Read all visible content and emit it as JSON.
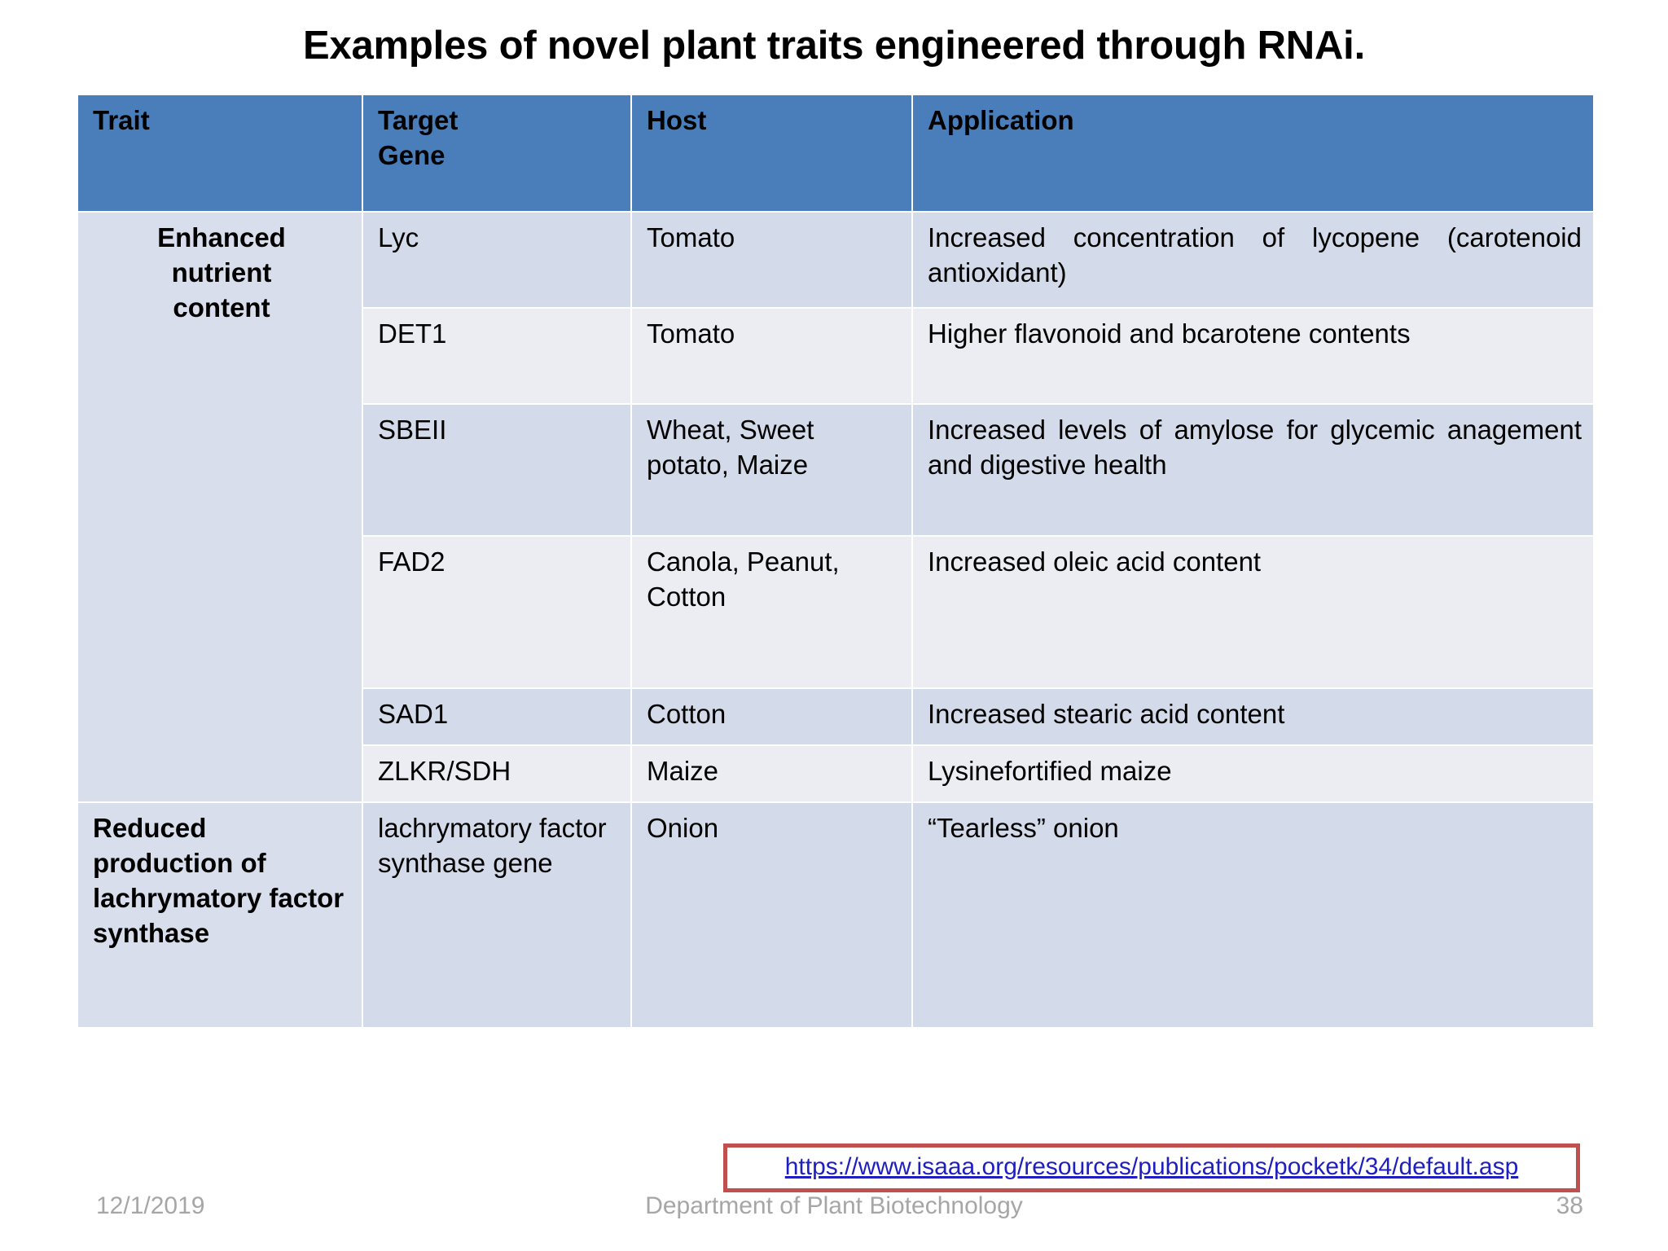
{
  "slide": {
    "title": "Examples of novel plant traits engineered through RNAi."
  },
  "table": {
    "headers": {
      "trait": "Trait",
      "target_gene_line1": "Target",
      "target_gene_line2": "Gene",
      "host": "Host",
      "application": "Application"
    },
    "groups": [
      {
        "trait": "Enhanced nutrient content",
        "trait_line1": "Enhanced",
        "trait_line2": "nutrient",
        "trait_line3": "content",
        "rows": [
          {
            "gene": "Lyc",
            "host": "Tomato",
            "application": "Increased concentration of lycopene (carotenoid antioxidant)"
          },
          {
            "gene": "DET1",
            "host": "Tomato",
            "application": "Higher flavonoid and bcarotene contents"
          },
          {
            "gene": "SBEII",
            "host": "Wheat, Sweet potato, Maize",
            "application": "Increased levels of amylose for glycemic anagement and digestive health"
          },
          {
            "gene": "FAD2",
            "host": "Canola, Peanut, Cotton",
            "application": "Increased oleic acid content"
          },
          {
            "gene": "SAD1",
            "host": "Cotton",
            "application": "Increased stearic acid content"
          },
          {
            "gene": "ZLKR/SDH",
            "host": "Maize",
            "application": "Lysinefortified maize"
          }
        ]
      },
      {
        "trait": "Reduced production of lachrymatory factor synthase",
        "rows": [
          {
            "gene": "lachrymatory factor synthase gene",
            "host": "Onion",
            "application": "“Tearless” onion"
          }
        ]
      }
    ]
  },
  "link": {
    "url_text": "https://www.isaaa.org/resources/publications/pocketk/34/default.asp",
    "border_color": "#C0504D",
    "text_color": "#1F1FC0"
  },
  "footer": {
    "date": "12/1/2019",
    "center": "Department of Plant Biotechnology",
    "page_number": "38"
  },
  "colors": {
    "header_blue": "#4A7EBB",
    "band_dark": "#D3DAE9",
    "band_light": "#EBEDF2",
    "trait_cell": "#D9DEEC",
    "footer_gray": "#A6A6A6"
  }
}
